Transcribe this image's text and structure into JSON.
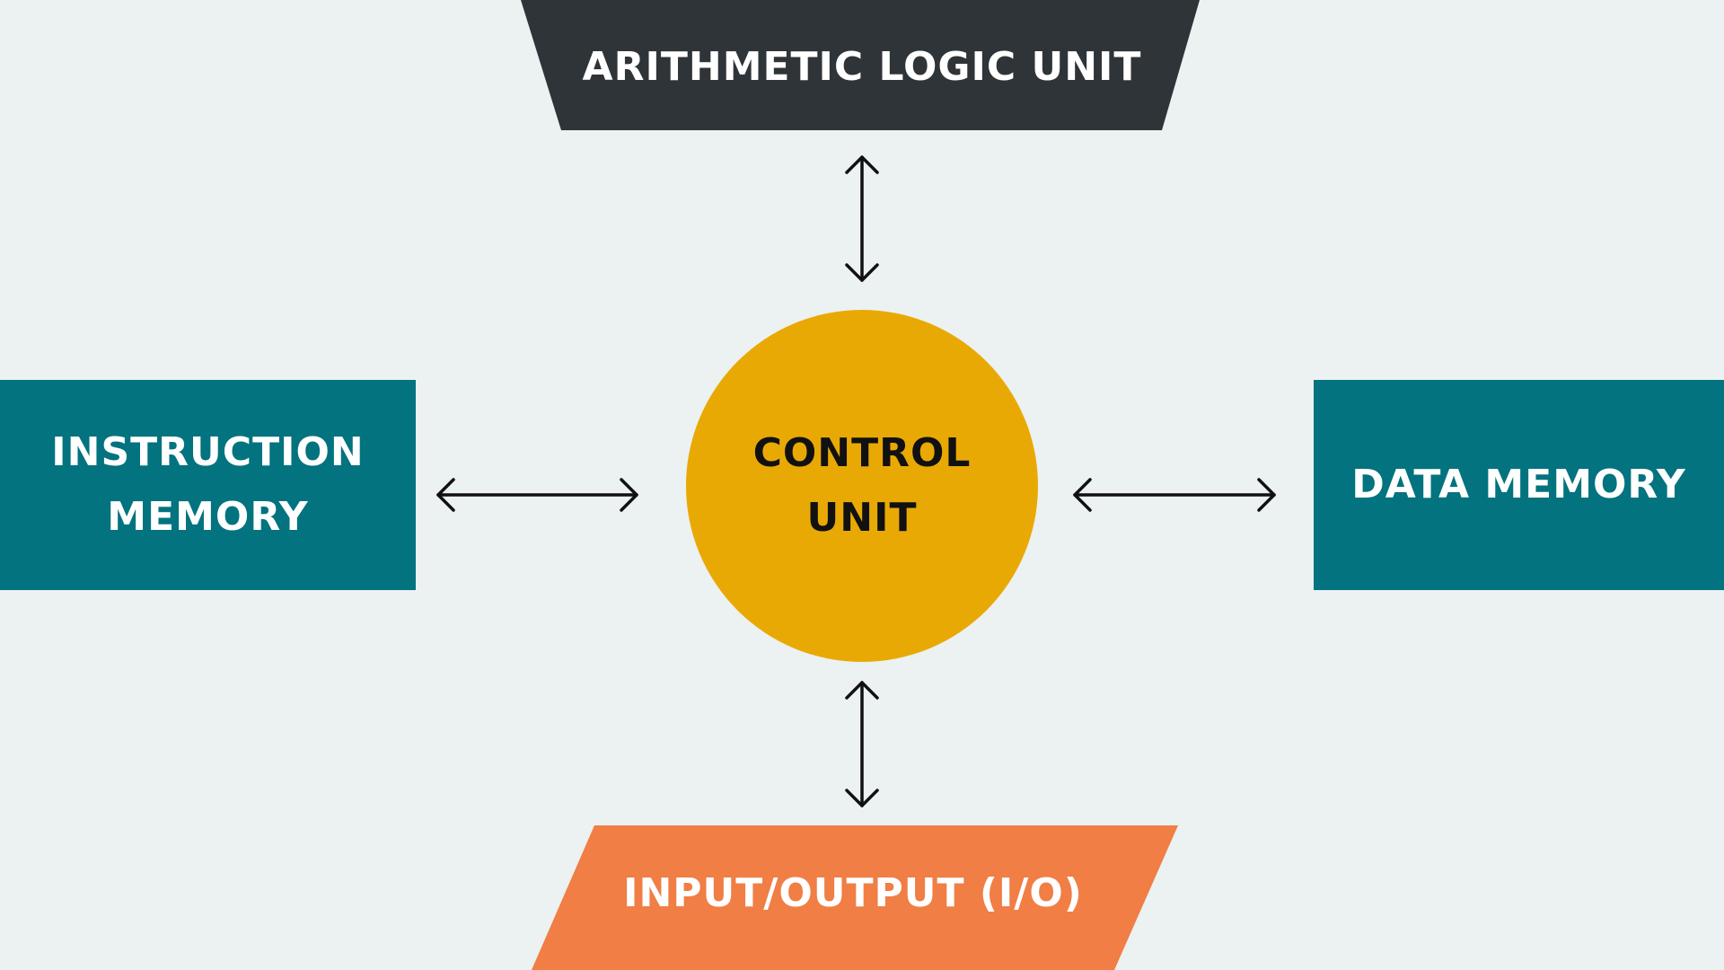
{
  "nodes": {
    "alu": {
      "label": "ARITHMETIC LOGIC UNIT",
      "color": "#2e3438"
    },
    "control_unit": {
      "line1": "CONTROL",
      "line2": "UNIT",
      "color": "#e9a905"
    },
    "instruction_memory": {
      "line1": "INSTRUCTION",
      "line2": "MEMORY",
      "color": "#02737f"
    },
    "data_memory": {
      "label": "DATA MEMORY",
      "color": "#02737f"
    },
    "io": {
      "label": "INPUT/OUTPUT (I/O)",
      "color": "#f07e45"
    }
  },
  "connections": [
    {
      "from": "control_unit",
      "to": "alu",
      "type": "bidirectional"
    },
    {
      "from": "control_unit",
      "to": "io",
      "type": "bidirectional"
    },
    {
      "from": "control_unit",
      "to": "instruction_memory",
      "type": "bidirectional"
    },
    {
      "from": "control_unit",
      "to": "data_memory",
      "type": "bidirectional"
    }
  ],
  "background": "#ecf1f1"
}
